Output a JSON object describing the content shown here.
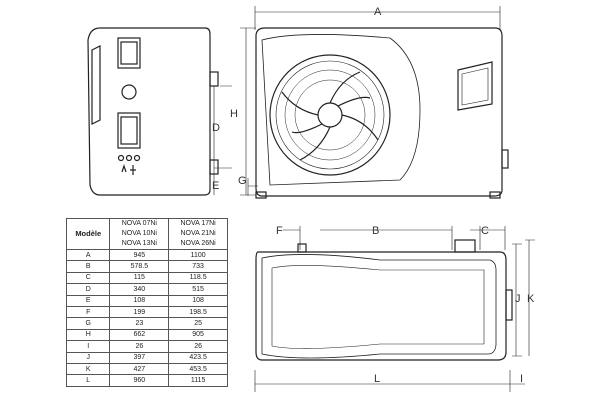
{
  "labels": {
    "A": "A",
    "B": "B",
    "C": "C",
    "D": "D",
    "E": "E",
    "F": "F",
    "G": "G",
    "H": "H",
    "I": "I",
    "J": "J",
    "K": "K",
    "L": "L"
  },
  "table": {
    "header": {
      "model": "Modèle",
      "col1": [
        "NOVA 07Ni",
        "NOVA 10Ni",
        "NOVA 13Ni"
      ],
      "col2": [
        "NOVA 17Ni",
        "NOVA 21Ni",
        "NOVA 26Ni"
      ]
    },
    "rows": [
      {
        "dim": "A",
        "v1": "945",
        "v2": "1100"
      },
      {
        "dim": "B",
        "v1": "578.5",
        "v2": "733"
      },
      {
        "dim": "C",
        "v1": "115",
        "v2": "118.5"
      },
      {
        "dim": "D",
        "v1": "340",
        "v2": "515"
      },
      {
        "dim": "E",
        "v1": "108",
        "v2": "108"
      },
      {
        "dim": "F",
        "v1": "199",
        "v2": "198.5"
      },
      {
        "dim": "G",
        "v1": "23",
        "v2": "25"
      },
      {
        "dim": "H",
        "v1": "662",
        "v2": "905"
      },
      {
        "dim": "I",
        "v1": "26",
        "v2": "26"
      },
      {
        "dim": "J",
        "v1": "397",
        "v2": "423.5"
      },
      {
        "dim": "K",
        "v1": "427",
        "v2": "453.5"
      },
      {
        "dim": "L",
        "v1": "960",
        "v2": "1115"
      }
    ]
  }
}
